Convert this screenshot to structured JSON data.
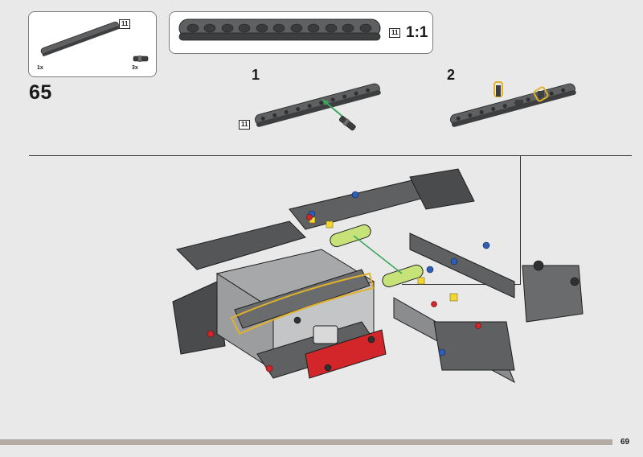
{
  "parts_box": {
    "beam_length": "11",
    "beam_qty": "1x",
    "pin_qty": "3x"
  },
  "scale_box": {
    "beam_length": "11",
    "scale": "1:1"
  },
  "step": {
    "number": "65",
    "sub1": {
      "number": "1",
      "beam_length": "11"
    },
    "sub2": {
      "number": "2"
    }
  },
  "footer": {
    "page_number": "69"
  },
  "colors": {
    "beam": "#5f6061",
    "beam_dark": "#3d3e3f",
    "highlight": "#e0b22c",
    "arrow": "#3aa65a",
    "red": "#d2262a",
    "yellow": "#f3d631",
    "lime": "#c8e27a",
    "blue": "#2f5fb4",
    "footer_bar": "#b4aba4"
  }
}
